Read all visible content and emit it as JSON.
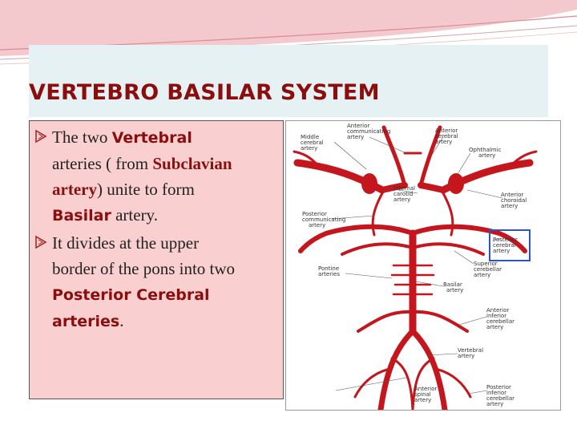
{
  "slide": {
    "title": "VERTEBRO BASILAR SYSTEM",
    "bullets": [
      {
        "lines": [
          [
            {
              "text": "The two "
            },
            {
              "text": "Vertebral",
              "style": "red-sans"
            }
          ],
          [
            {
              "text": "arteries ( from "
            },
            {
              "text": "Subclavian",
              "style": "red-serif"
            }
          ],
          [
            {
              "text": "artery",
              "style": "red-serif"
            },
            {
              "text": ") unite to form"
            }
          ],
          [
            {
              "text": "Basilar",
              "style": "red-sans"
            },
            {
              "text": " artery."
            }
          ]
        ]
      },
      {
        "lines": [
          [
            {
              "text": "It divides at the upper"
            }
          ],
          [
            {
              "text": "border of the pons into two"
            }
          ],
          [
            {
              "text": "Posterior Cerebral",
              "style": "red-sans"
            }
          ],
          [
            {
              "text": "arteries",
              "style": "red-sans"
            },
            {
              "text": "."
            }
          ]
        ]
      }
    ]
  },
  "diagram": {
    "labels": {
      "anterior_communicating": [
        "Anterior",
        "communicating",
        "artery"
      ],
      "middle_cerebral": [
        "Middle",
        "cerebral",
        "artery"
      ],
      "anterior_cerebral": [
        "Anterior",
        "cerebral",
        "artery"
      ],
      "ophthalmic": [
        "Ophthalmic",
        "artery"
      ],
      "internal_carotid": [
        "Internal",
        "carotid",
        "artery"
      ],
      "anterior_choroidal": [
        "Anterior",
        "choroidal",
        "artery"
      ],
      "posterior_communicating": [
        "Posterior",
        "communicating",
        "artery"
      ],
      "posterior_cerebral": [
        "Posterior",
        "cerebral",
        "artery"
      ],
      "superior_cerebellar": [
        "Superior",
        "cerebellar",
        "artery"
      ],
      "pontine": [
        "Pontine",
        "arteries"
      ],
      "basilar": [
        "Basilar",
        "artery"
      ],
      "anterior_inferior_cerebellar": [
        "Anterior",
        "inferior",
        "cerebellar",
        "artery"
      ],
      "vertebral": [
        "Vertebral",
        "artery"
      ],
      "anterior_spinal": [
        "Anterior",
        "spinal",
        "artery"
      ],
      "posterior_inferior_cerebellar": [
        "Posterior",
        "inferior",
        "cerebellar",
        "artery"
      ]
    },
    "colors": {
      "artery": "#c4161c",
      "highlight_box": "#2e55b8",
      "label_line": "#555555"
    }
  }
}
